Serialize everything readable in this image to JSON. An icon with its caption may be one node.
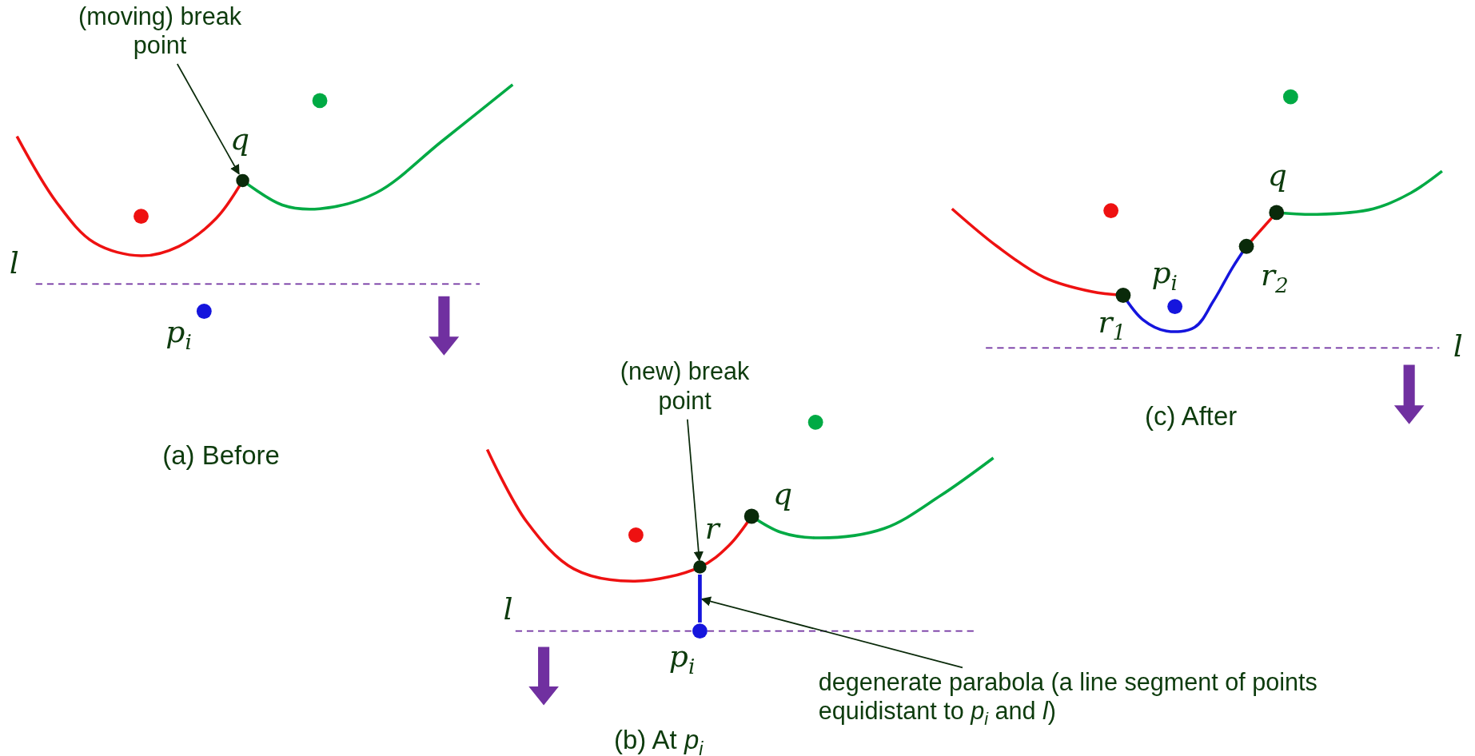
{
  "diagram": {
    "nodes": [
      {
        "text": [
          "(moving) break point"
        ]
      },
      {
        "text": [],
        "shape": "circle"
      },
      {
        "text": [
          "(new) break point"
        ]
      },
      {
        "text": [],
        "shape": "circle"
      },
      {
        "text": [
          "degenerate parabola (a line segment of points equidistant to *p*$_{i}$ and *l*)"
        ]
      },
      {
        "text": [],
        "shape": "line"
      }
    ],
    "edges": [
      {
        "from": 0,
        "to": 1,
        "arrow": "to"
      },
      {
        "from": 2,
        "to": 3,
        "arrow": "to"
      },
      {
        "from": 4,
        "to": 5,
        "arrow": "to"
      }
    ],
    "labels": [
      "q",
      "l",
      "p$_{i}$",
      "(a) Before",
      "r",
      "q",
      "l",
      "p$_{i}$",
      "(b) At *p*$_{i}$",
      "q",
      "p$_{i}$",
      "r$_{2}$",
      "r$_{1}$",
      "l",
      "(c) After"
    ]
  }
}
